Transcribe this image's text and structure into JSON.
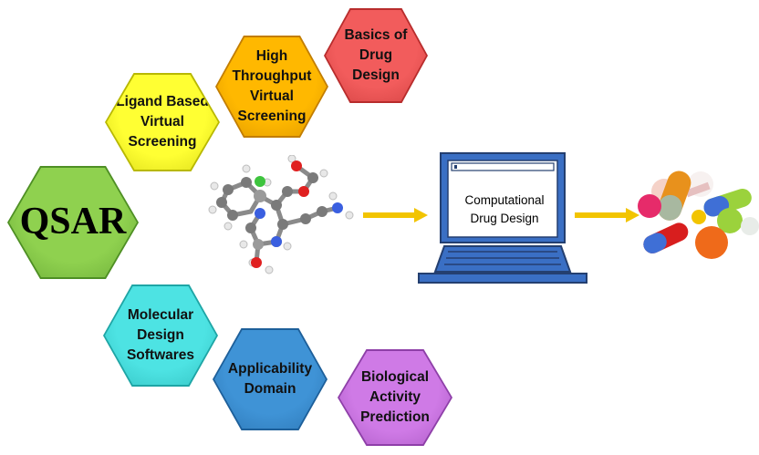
{
  "hexagons": {
    "qsar": {
      "label": "QSAR",
      "color": "#8fd14f",
      "edge": "#4e8f24"
    },
    "ligand": {
      "label": "Ligand Based\nVirtual\nScreening",
      "color": "#ffff33",
      "edge": "#b8b800"
    },
    "htvs": {
      "label": "High\nThroughput\nVirtual\nScreening",
      "color": "#ffb800",
      "edge": "#c27d00"
    },
    "basics": {
      "label": "Basics of\nDrug\nDesign",
      "color": "#f25c5c",
      "edge": "#b82c2c"
    },
    "molecular": {
      "label": "Molecular\nDesign\nSoftwares",
      "color": "#4de3e3",
      "edge": "#1ea5a5"
    },
    "applicability": {
      "label": "Applicability\nDomain",
      "color": "#3f93d6",
      "edge": "#1d5f9a"
    },
    "biological": {
      "label": "Biological\nActivity\nPrediction",
      "color": "#cf7ae6",
      "edge": "#8e3fa8"
    }
  },
  "computer": {
    "screen_text": "Computational\nDrug Design",
    "color": "#3a6fc4"
  },
  "arrow_color": "#f2c400"
}
